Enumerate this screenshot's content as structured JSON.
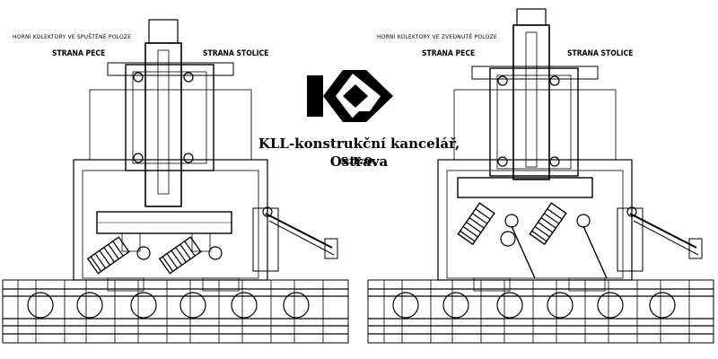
{
  "company": {
    "name": "KLL-konstrukční kancelář, s.r.o.",
    "city": "Ostrava",
    "logo_icon": "kll-logo-icon"
  },
  "panels": [
    {
      "title": "HORNÍ KOLEKTORY VE SPUŠTĚNÉ POLOZE",
      "side_left": "STRANA PECE",
      "side_right": "STRANA STOLICE",
      "state": "lowered"
    },
    {
      "title": "HORNÍ KOLEKTORY VE ZVEDNUTÉ POLOZE",
      "side_left": "STRANA PECE",
      "side_right": "STRANA STOLICE",
      "state": "raised"
    }
  ],
  "colors": {
    "line": "#000000",
    "background": "#ffffff"
  }
}
